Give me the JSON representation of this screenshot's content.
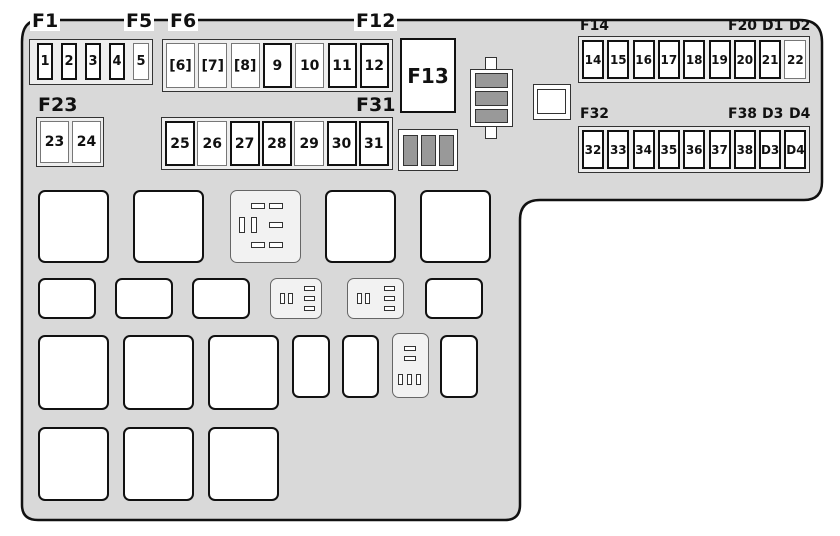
{
  "title_labels": {
    "f1": "F1",
    "f5": "F5",
    "f6": "F6",
    "f12": "F12",
    "f23": "F23",
    "f31": "F31",
    "f14": "F14",
    "f20": "F20",
    "d1": "D1",
    "d2": "D2",
    "f32": "F32",
    "f38": "F38",
    "d3": "D3",
    "d4": "D4"
  },
  "f13_label": "F13",
  "groups": {
    "row_f1_f5": [
      {
        "label": "1",
        "style": "dark"
      },
      {
        "label": "2",
        "style": "dark"
      },
      {
        "label": "3",
        "style": "dark"
      },
      {
        "label": "4",
        "style": "dark"
      },
      {
        "label": "5",
        "style": "light"
      }
    ],
    "row_f6_f12": [
      {
        "label": "[6]",
        "style": "light"
      },
      {
        "label": "[7]",
        "style": "light"
      },
      {
        "label": "[8]",
        "style": "light"
      },
      {
        "label": "9",
        "style": "dark"
      },
      {
        "label": "10",
        "style": "light"
      },
      {
        "label": "11",
        "style": "dark"
      },
      {
        "label": "12",
        "style": "dark"
      }
    ],
    "row_f23_f24": [
      {
        "label": "23",
        "style": "light"
      },
      {
        "label": "24",
        "style": "light"
      }
    ],
    "row_f25_f31": [
      {
        "label": "25",
        "style": "dark"
      },
      {
        "label": "26",
        "style": "light"
      },
      {
        "label": "27",
        "style": "dark"
      },
      {
        "label": "28",
        "style": "dark"
      },
      {
        "label": "29",
        "style": "light"
      },
      {
        "label": "30",
        "style": "dark"
      },
      {
        "label": "31",
        "style": "dark"
      }
    ],
    "row_f14_f22": [
      {
        "label": "14",
        "style": "dark"
      },
      {
        "label": "15",
        "style": "dark"
      },
      {
        "label": "16",
        "style": "dark"
      },
      {
        "label": "17",
        "style": "dark"
      },
      {
        "label": "18",
        "style": "dark"
      },
      {
        "label": "19",
        "style": "dark"
      },
      {
        "label": "20",
        "style": "dark"
      },
      {
        "label": "21",
        "style": "dark"
      },
      {
        "label": "22",
        "style": "light"
      }
    ],
    "row_f32_d4": [
      {
        "label": "32",
        "style": "dark"
      },
      {
        "label": "33",
        "style": "dark"
      },
      {
        "label": "34",
        "style": "dark"
      },
      {
        "label": "35",
        "style": "dark"
      },
      {
        "label": "36",
        "style": "dark"
      },
      {
        "label": "37",
        "style": "dark"
      },
      {
        "label": "38",
        "style": "dark"
      },
      {
        "label": "D3",
        "style": "dark"
      },
      {
        "label": "D4",
        "style": "dark"
      }
    ]
  },
  "colors": {
    "body": "#d9d9d9",
    "outline": "#111111",
    "slot_grey": "#999999"
  }
}
